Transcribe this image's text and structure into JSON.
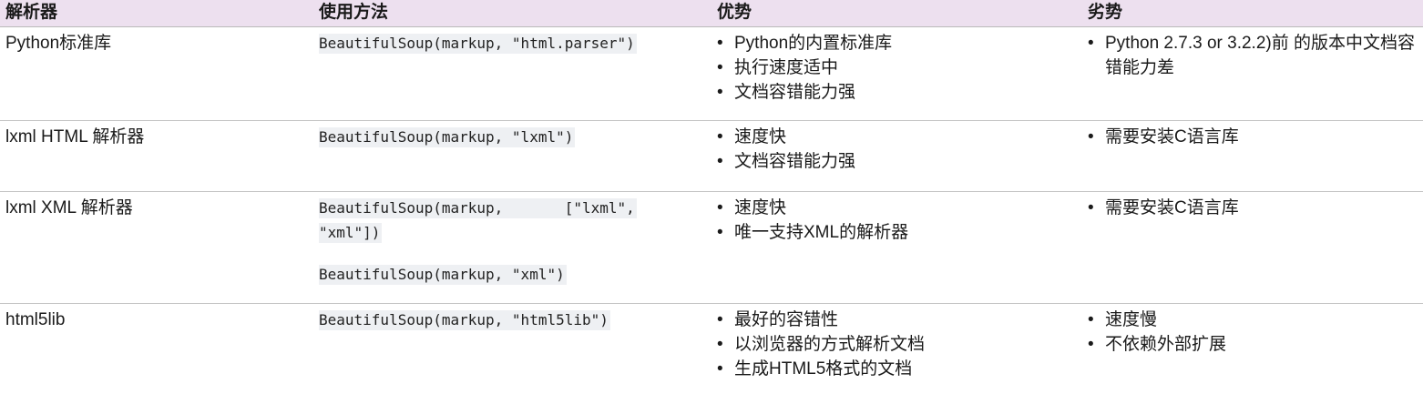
{
  "header": {
    "col1": "解析器",
    "col2": "使用方法",
    "col3": "优势",
    "col4": "劣势"
  },
  "bullet_glyph": "•",
  "rows": [
    {
      "parser": "Python标准库",
      "usage": [
        "BeautifulSoup(markup, \"html.parser\")"
      ],
      "pros": [
        "Python的内置标准库",
        "执行速度适中",
        "文档容错能力强"
      ],
      "cons": [
        "Python 2.7.3 or 3.2.2)前 的版本中文档容错能力差"
      ]
    },
    {
      "parser": "lxml HTML 解析器",
      "usage": [
        "BeautifulSoup(markup, \"lxml\")"
      ],
      "pros": [
        "速度快",
        "文档容错能力强"
      ],
      "cons": [
        "需要安装C语言库"
      ]
    },
    {
      "parser": "lxml XML 解析器",
      "usage_line1": "BeautifulSoup(markup,       [\"lxml\",",
      "usage_line2": "\"xml\"])",
      "usage_alt": "BeautifulSoup(markup, \"xml\")",
      "pros": [
        "速度快",
        "唯一支持XML的解析器"
      ],
      "cons": [
        "需要安装C语言库"
      ]
    },
    {
      "parser": "html5lib",
      "usage": [
        "BeautifulSoup(markup, \"html5lib\")"
      ],
      "pros": [
        "最好的容错性",
        "以浏览器的方式解析文档",
        "生成HTML5格式的文档"
      ],
      "cons": [
        "速度慢",
        "不依赖外部扩展"
      ]
    }
  ]
}
